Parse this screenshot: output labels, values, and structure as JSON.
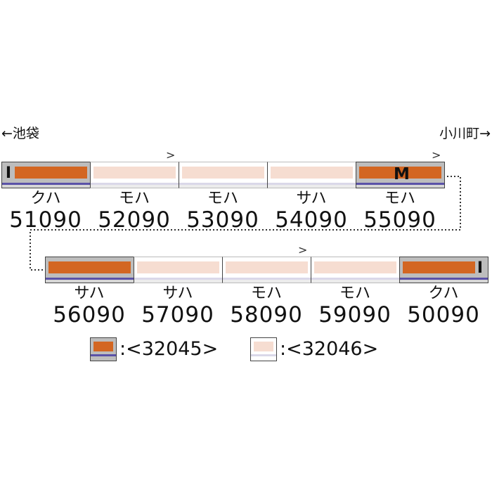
{
  "destinations": {
    "left": "←池袋",
    "right": "小川町→"
  },
  "rows": [
    [
      {
        "type": "クハ",
        "number": "51090",
        "set": "32045",
        "cab": "I",
        "motor": "",
        "pantograph": false
      },
      {
        "type": "モハ",
        "number": "52090",
        "set": "32046",
        "cab": "",
        "motor": "",
        "pantograph": true
      },
      {
        "type": "モハ",
        "number": "53090",
        "set": "32046",
        "cab": "",
        "motor": "",
        "pantograph": false
      },
      {
        "type": "サハ",
        "number": "54090",
        "set": "32046",
        "cab": "",
        "motor": "",
        "pantograph": false
      },
      {
        "type": "モハ",
        "number": "55090",
        "set": "32045",
        "cab": "",
        "motor": "M",
        "pantograph": true
      }
    ],
    [
      {
        "type": "サハ",
        "number": "56090",
        "set": "32045",
        "cab": "",
        "motor": "",
        "pantograph": false
      },
      {
        "type": "サハ",
        "number": "57090",
        "set": "32046",
        "cab": "",
        "motor": "",
        "pantograph": false
      },
      {
        "type": "モハ",
        "number": "58090",
        "set": "32046",
        "cab": "",
        "motor": "",
        "pantograph": true
      },
      {
        "type": "モハ",
        "number": "59090",
        "set": "32046",
        "cab": "",
        "motor": "",
        "pantograph": false
      },
      {
        "type": "クハ",
        "number": "50090",
        "set": "32045",
        "cab": "I",
        "motor": "",
        "pantograph": false
      }
    ]
  ],
  "legend": [
    {
      "set": "32045",
      "label": ":<32045>",
      "style": "powered-set"
    },
    {
      "set": "32046",
      "label": ":<32046>",
      "style": "add-on-set"
    }
  ],
  "colors": {
    "body_orange": "#d36622",
    "body_pale": "#f6ddd1",
    "line_purple": "#5b52a8",
    "frame_gray": "#bdbdbd"
  }
}
